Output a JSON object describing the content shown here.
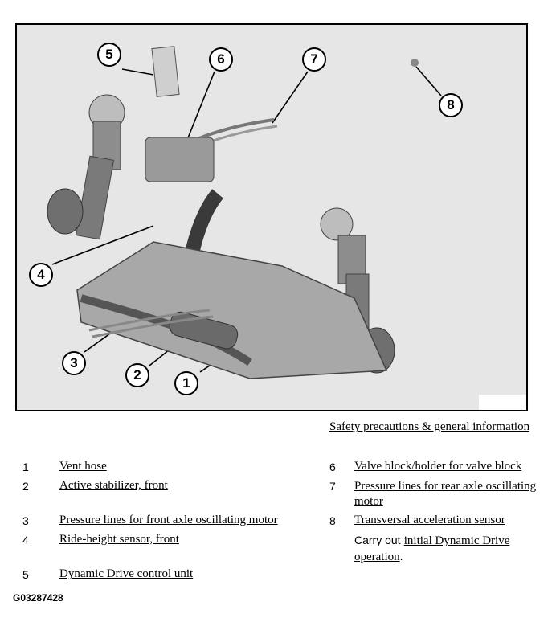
{
  "figure": {
    "callouts": [
      "1",
      "2",
      "3",
      "4",
      "5",
      "6",
      "7",
      "8"
    ]
  },
  "safety_link": "Safety precautions & general information",
  "legend": [
    {
      "num": "1",
      "text": "Vent hose"
    },
    {
      "num": "2",
      "text": "Active stabilizer, front"
    },
    {
      "num": "3",
      "text": "Pressure lines for front axle oscillating motor"
    },
    {
      "num": "4",
      "text": "Ride-height sensor, front"
    },
    {
      "num": "5",
      "text": "Dynamic Drive control unit"
    },
    {
      "num": "6",
      "text": "Valve block/holder for valve block"
    },
    {
      "num": "7",
      "text": "Pressure lines for rear axle oscillating motor"
    },
    {
      "num": "8",
      "text": "Transversal acceleration sensor"
    }
  ],
  "carry_out": {
    "prefix": "Carry out",
    "link": "initial Dynamic Drive operation",
    "suffix": "."
  },
  "figure_id": "G03287428"
}
